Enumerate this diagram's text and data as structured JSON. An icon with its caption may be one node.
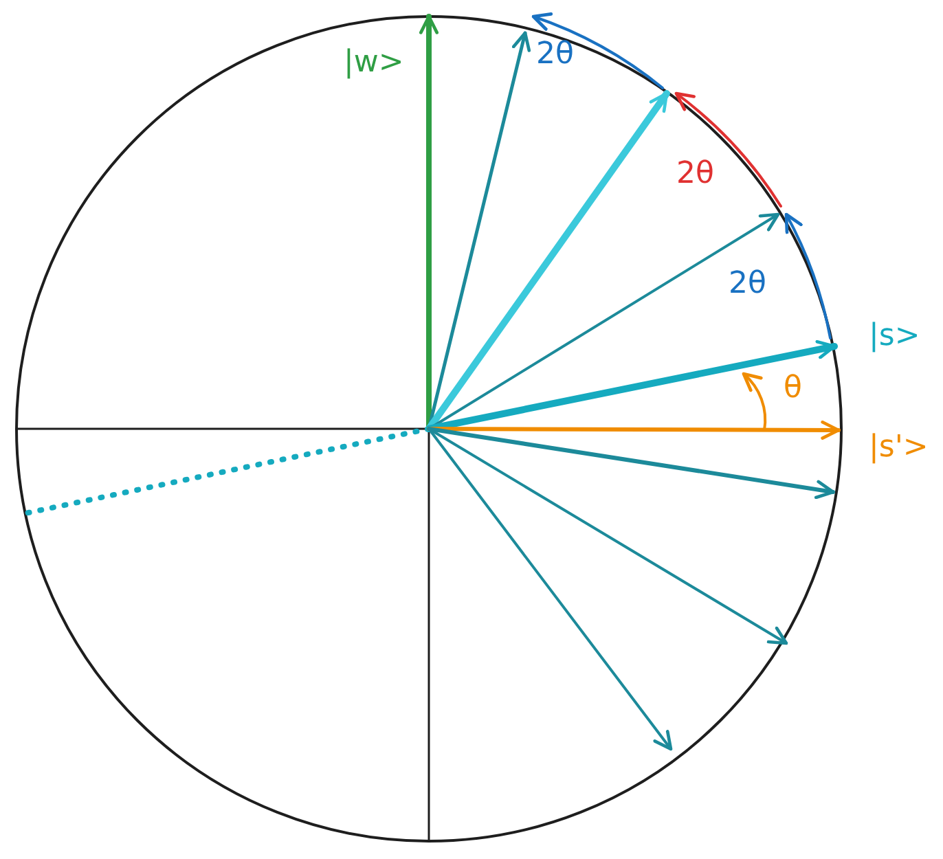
{
  "diagram": {
    "labels": [
      "|w>",
      "2θ",
      "2θ",
      "2θ",
      "|s>",
      "θ",
      "|s'>"
    ]
  }
}
